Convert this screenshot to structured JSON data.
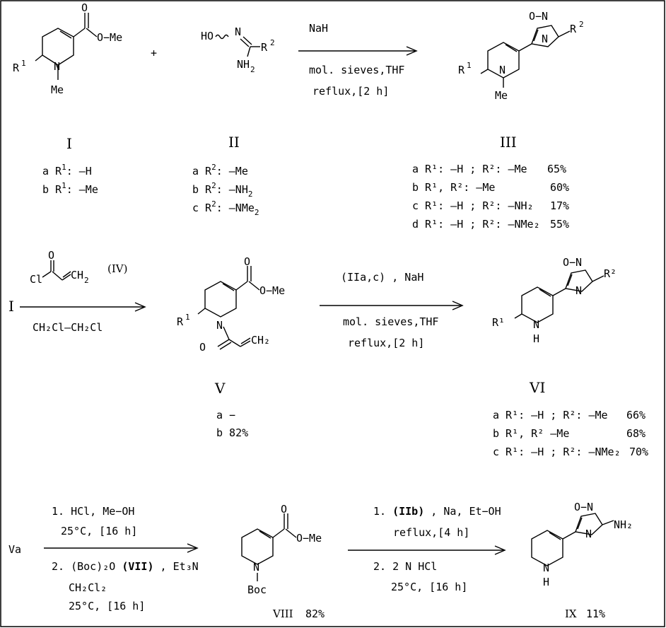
{
  "row1": {
    "cmpd_I": {
      "ester_me": "O−Me",
      "ring_r": "R",
      "ring_r_sup": "1",
      "n_me": "Me"
    },
    "plus": "+",
    "cmpd_II": {
      "ho": "HO",
      "n": "N",
      "r2": "R",
      "r2_sup": "2",
      "nh": "NH",
      "nh_sub": "2"
    },
    "arrow": {
      "above": "NaH",
      "below1": "mol. sieves,THF",
      "below2": "reflux,[2 h]"
    },
    "cmpd_III": {
      "o_n": "O−N",
      "r2": "R",
      "r2_sup": "2",
      "n_label": "N",
      "r1": "R",
      "r1_sup": "1",
      "n_me": "Me"
    }
  },
  "labels_row1": {
    "I": "I",
    "II": "II",
    "III": "III",
    "I_variants": [
      {
        "prefix": "a R",
        "sup": "1",
        "rest": ": —H"
      },
      {
        "prefix": "b R",
        "sup": "1",
        "rest": ": —Me"
      }
    ],
    "II_variants": [
      {
        "prefix": "a R",
        "sup": "2",
        "rest": ": —Me",
        "sub": ""
      },
      {
        "prefix": "b R",
        "sup": "2",
        "rest": ": —NH",
        "sub": "2"
      },
      {
        "prefix": "c R",
        "sup": "2",
        "rest": ": —NMe",
        "sub": "2"
      }
    ],
    "III_variants": [
      {
        "text": "a R¹: —H ; R²: —Me",
        "yield": "65%"
      },
      {
        "text": "b R¹, R²: —Me",
        "yield": "60%"
      },
      {
        "text": "c R¹: —H ; R²: —NH₂",
        "yield": "17%"
      },
      {
        "text": "d R¹: —H ; R²: —NMe₂",
        "yield": "55%"
      }
    ]
  },
  "row2": {
    "start": "I",
    "reagent_IV": {
      "cl": "Cl",
      "o": "O",
      "ch2": "CH",
      "ch2_sub": "2",
      "label": "(IV)"
    },
    "arrow1_below": "CH₂Cl—CH₂Cl",
    "cmpd_V": {
      "ester_me": "O−Me",
      "r1": "R",
      "r1_sup": "1",
      "n": "N",
      "o": "O",
      "ch2": "CH₂"
    },
    "arrow2": {
      "above": "(IIa,c) , NaH",
      "below1": "mol. sieves,THF",
      "below2": "reflux,[2 h]"
    },
    "cmpd_VI": {
      "o_n": "O−N",
      "r2": "R²",
      "r1": "R¹",
      "n": "N",
      "h": "H"
    },
    "V_label": "V",
    "VI_label": "VI",
    "V_variants": [
      "a −",
      "b 82%"
    ],
    "VI_variants": [
      {
        "text": "a R¹: —H ; R²: —Me",
        "yield": "66%"
      },
      {
        "text": "b R¹, R² —Me",
        "yield": "68%"
      },
      {
        "text": "c R¹: —H ; R²: —NMe₂",
        "yield": "70%"
      }
    ]
  },
  "row3": {
    "start": "Va",
    "arrow1": {
      "a1": "1. HCl, Me−OH",
      "a2": "25°C, [16 h]",
      "b1": "2. (Boc)₂O",
      "b1_bold": "(VII)",
      "b1_rest": " , Et₃N",
      "b2": "CH₂Cl₂",
      "b3": "25°C, [16 h]"
    },
    "cmpd_VIII": {
      "ester_me": "O−Me",
      "n": "N",
      "boc": "Boc",
      "label": "VIII",
      "yield": "82%"
    },
    "arrow2": {
      "a1_pre": "1. ",
      "a1_bold": "(IIb)",
      "a1_rest": " , Na, Et−OH",
      "a2": "reflux,[4 h]",
      "b1": "2. 2 N HCl",
      "b2": "25°C, [16 h]"
    },
    "cmpd_IX": {
      "o_n": "O−N",
      "nh2": "NH₂",
      "n": "N",
      "h": "H",
      "label": "IX",
      "yield": "11%"
    }
  }
}
